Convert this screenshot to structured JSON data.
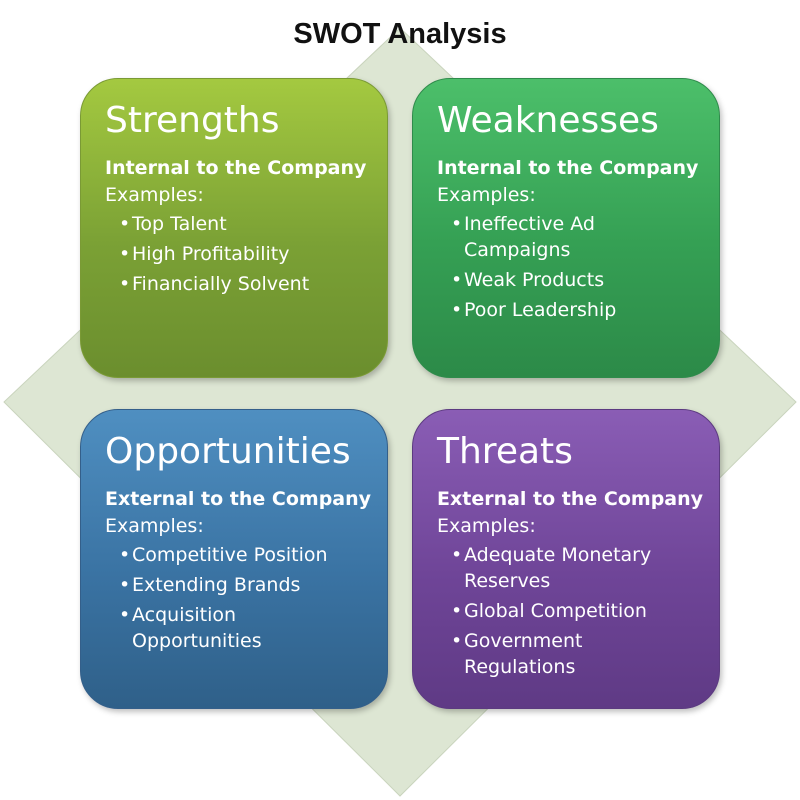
{
  "title": "SWOT Analysis",
  "colors": {
    "background_diamond": "#dde6d3",
    "strengths": "#8db23a",
    "weaknesses": "#3aa85a",
    "opportunities": "#3f7aab",
    "threats": "#72479c"
  },
  "quadrants": [
    {
      "key": "strengths",
      "title": "Strengths",
      "subtitle": "Internal to the Company",
      "examples_label": "Examples:",
      "items": [
        "Top Talent",
        "High Profitability",
        "Financially Solvent"
      ]
    },
    {
      "key": "weaknesses",
      "title": "Weaknesses",
      "subtitle": "Internal to the Company",
      "examples_label": "Examples:",
      "items": [
        "Ineffective Ad\nCampaigns",
        "Weak Products",
        "Poor Leadership"
      ]
    },
    {
      "key": "opportunities",
      "title": "Opportunities",
      "subtitle": "External to the Company",
      "examples_label": "Examples:",
      "items": [
        "Competitive Position",
        "Extending Brands",
        "Acquisition\nOpportunities"
      ]
    },
    {
      "key": "threats",
      "title": "Threats",
      "subtitle": "External to the Company",
      "examples_label": "Examples:",
      "items": [
        "Adequate Monetary\nReserves",
        "Global Competition",
        "Government\nRegulations"
      ]
    }
  ]
}
